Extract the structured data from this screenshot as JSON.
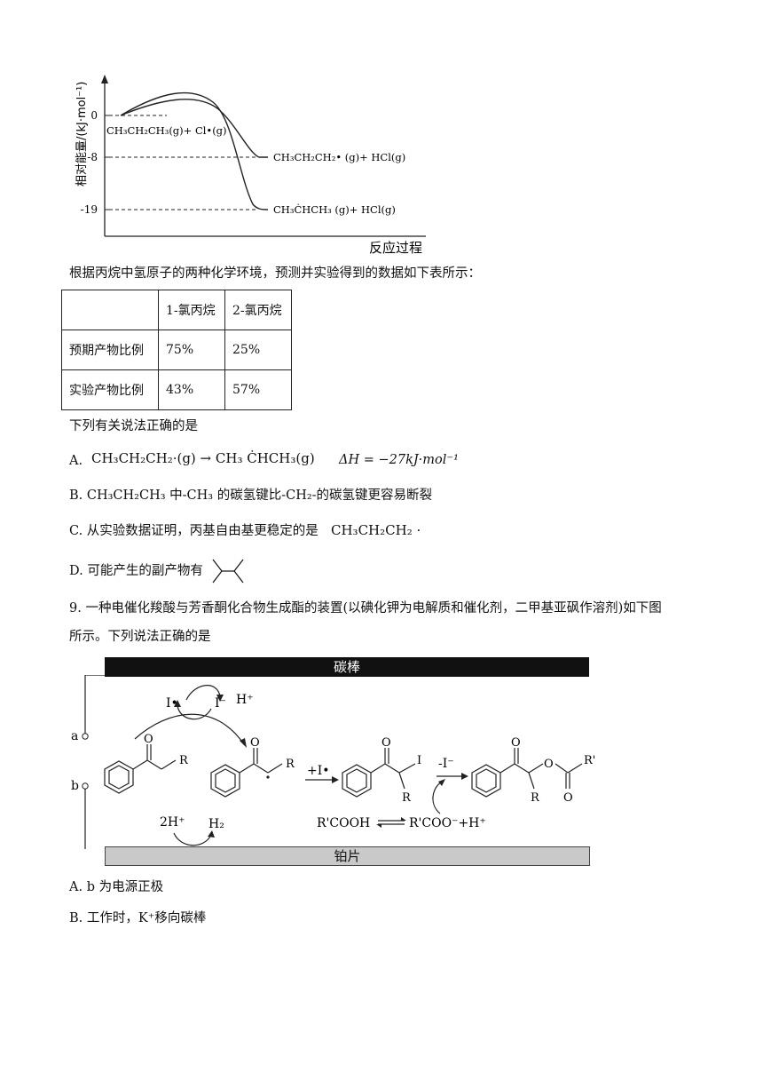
{
  "energy_diagram": {
    "y_axis_label": "相对能量/(kJ·mol⁻¹)",
    "x_axis_label": "反应过程",
    "ticks": [
      "0",
      "-8",
      "-19"
    ],
    "reactant_label": "CH₃CH₂CH₃(g)+ Cl•(g)",
    "product1_label": "CH₃CH₂CH₂• (g)+ HCl(g)",
    "product2_label": "CH₃ĊHCH₃ (g)+ HCl(g)"
  },
  "intro_text": "根据丙烷中氢原子的两种化学环境，预测并实验得到的数据如下表所示：",
  "table": {
    "headers": [
      "",
      "1-氯丙烷",
      "2-氯丙烷"
    ],
    "rows": [
      [
        "预期产物比例",
        "75%",
        "25%"
      ],
      [
        "实验产物比例",
        "43%",
        "57%"
      ]
    ]
  },
  "question_stem": "下列有关说法正确的是",
  "options": {
    "A_prefix": "A.",
    "A_eq": "CH₃CH₂CH₂·(g) → CH₃ ĊHCH₃(g)",
    "A_dh": "ΔH = −27kJ·mol⁻¹",
    "B": "B. CH₃CH₂CH₃ 中-CH₃ 的碳氢键比-CH₂-的碳氢键更容易断裂",
    "C_prefix": "C.  从实验数据证明，丙基自由基更稳定的是",
    "C_formula": "CH₃CH₂CH₂ ·",
    "D": "D.  可能产生的副产物有"
  },
  "q9": {
    "line1": "9.  一种电催化羧酸与芳香酮化合物生成酯的装置(以碘化钾为电解质和催化剂，二甲基亚砜作溶剂)如下图",
    "line2": "所示。下列说法正确的是"
  },
  "electrolysis": {
    "top_electrode": "碳棒",
    "bottom_electrode": "铂片",
    "terminal_a": "a",
    "terminal_b": "b",
    "iodine_radical": "I•",
    "iodide": "I⁻",
    "proton": "H⁺",
    "plus_i_radical": "+I•",
    "minus_iodide": "-I⁻",
    "two_protons": "2H⁺",
    "hydrogen": "H₂",
    "equilibrium_left": "R'COOH",
    "equilibrium_right": "R'COO⁻+H⁺",
    "group_R": "R",
    "group_R_prime": "R'",
    "atom_O": "O",
    "atom_I": "I"
  },
  "q9_options": {
    "A": "A. b 为电源正极",
    "B": "B.  工作时，K⁺移向碳棒"
  }
}
